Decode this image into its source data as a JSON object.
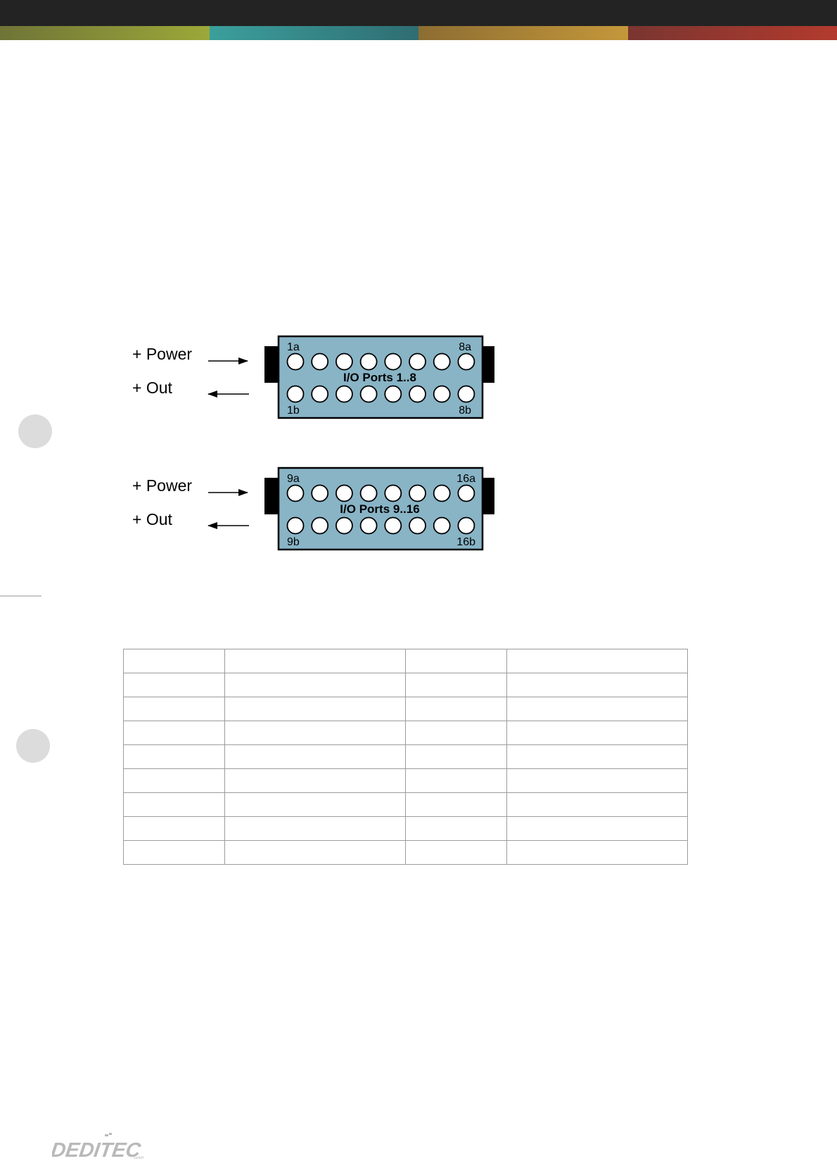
{
  "brand": {
    "logo_text": "DEDITEC",
    "logo_suffix": "GmbH",
    "header_colors": [
      "#232323",
      "#9ca838",
      "#3b9f9c",
      "#c4973a",
      "#b33a2e"
    ]
  },
  "connectors": [
    {
      "title": "I/O Ports 1..8",
      "top_left": "1a",
      "top_right": "8a",
      "bottom_left": "1b",
      "bottom_right": "8b",
      "power_label": "+ Power",
      "out_label": "+ Out",
      "pins_per_row": 8
    },
    {
      "title": "I/O Ports 9..16",
      "top_left": "9a",
      "top_right": "16a",
      "bottom_left": "9b",
      "bottom_right": "16b",
      "power_label": "+ Power",
      "out_label": "+ Out",
      "pins_per_row": 8
    }
  ],
  "connector_color": "#88b4c6",
  "table": {
    "rows": [
      [
        "",
        "",
        "",
        ""
      ],
      [
        "",
        "",
        "",
        ""
      ],
      [
        "",
        "",
        "",
        ""
      ],
      [
        "",
        "",
        "",
        ""
      ],
      [
        "",
        "",
        "",
        ""
      ],
      [
        "",
        "",
        "",
        ""
      ],
      [
        "",
        "",
        "",
        ""
      ],
      [
        "",
        "",
        "",
        ""
      ],
      [
        "",
        "",
        "",
        ""
      ]
    ]
  }
}
